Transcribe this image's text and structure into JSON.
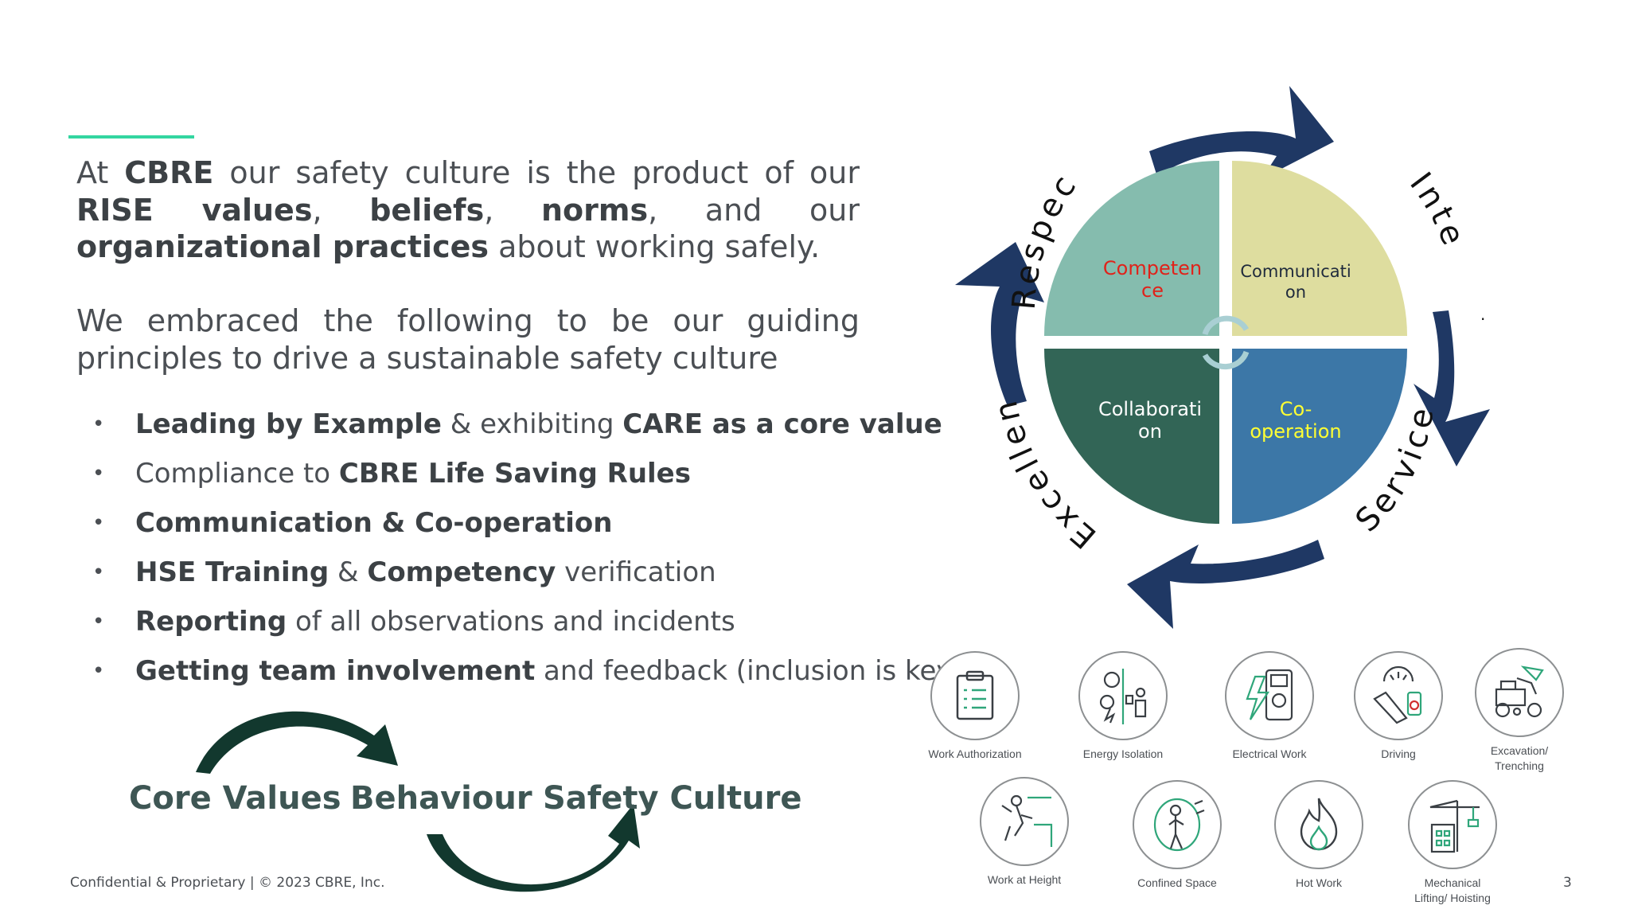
{
  "intro": {
    "p1": {
      "t1": "At ",
      "b1": "CBRE",
      "t2": " our safety culture is the product of our ",
      "b2": "RISE values",
      "t3": ", ",
      "b3": "beliefs",
      "t4": ", ",
      "b4": "norms",
      "t5": ", and our ",
      "b5": "organizational practices",
      "t6": " about working safely."
    },
    "p2": "We embraced the following to be our guiding principles to drive a sustainable safety culture"
  },
  "bullets": [
    {
      "b1": "Leading by Example",
      "t1": " & exhibiting ",
      "b2": "CARE as a core value"
    },
    {
      "t0": "Compliance to ",
      "b1": "CBRE Life Saving Rules"
    },
    {
      "b1": "Communication & Co-operation"
    },
    {
      "b1": "HSE Training",
      "t1": " & ",
      "b2": "Competency",
      "t2": " verification"
    },
    {
      "b1": "Reporting",
      "t1": " of all observations and incidents"
    },
    {
      "b1": "Getting team involvement",
      "t1": " and feedback (inclusion is key)"
    }
  ],
  "flow": {
    "a": "Core Values",
    "b": "Behaviour",
    "c": "Safety Culture"
  },
  "footer": {
    "text": "Confidential & Proprietary | © 2023 CBRE, Inc.",
    "page": "3"
  },
  "wheel": {
    "q1": [
      "Competen",
      "ce"
    ],
    "q2": [
      "Communicati",
      "on"
    ],
    "q3": [
      "Collaborati",
      "on"
    ],
    "q4": [
      "Co-",
      "operation"
    ],
    "ring": {
      "top": "Respec",
      "right": "Inte",
      "bottom_right": "Service",
      "left": "Excellen"
    },
    "dot": "."
  },
  "rules": [
    {
      "label": [
        "Work Authorization"
      ],
      "icon": "clipboard-icon"
    },
    {
      "label": [
        "Energy Isolation"
      ],
      "icon": "energy-isolation-icon"
    },
    {
      "label": [
        "Electrical Work"
      ],
      "icon": "multimeter-icon"
    },
    {
      "label": [
        "Driving"
      ],
      "icon": "seatbelt-phone-icon"
    },
    {
      "label": [
        "Excavation/",
        "Trenching"
      ],
      "icon": "excavator-icon"
    },
    {
      "label": [
        "Work at Height"
      ],
      "icon": "fall-icon"
    },
    {
      "label": [
        "Confined Space"
      ],
      "icon": "confined-space-icon"
    },
    {
      "label": [
        "Hot Work"
      ],
      "icon": "flame-icon"
    },
    {
      "label": [
        "Mechanical",
        "Lifting/ Hoisting"
      ],
      "icon": "crane-icon"
    }
  ],
  "colors": {
    "accent": "#33d6a0",
    "navy": "#1f3864",
    "q1": "#85bcae",
    "q2": "#dedd9f",
    "q3": "#326556",
    "q4": "#3c77a7",
    "q1_text": "#e0221a",
    "q4_text": "#ffff33",
    "flow_arrow": "#12382e"
  }
}
